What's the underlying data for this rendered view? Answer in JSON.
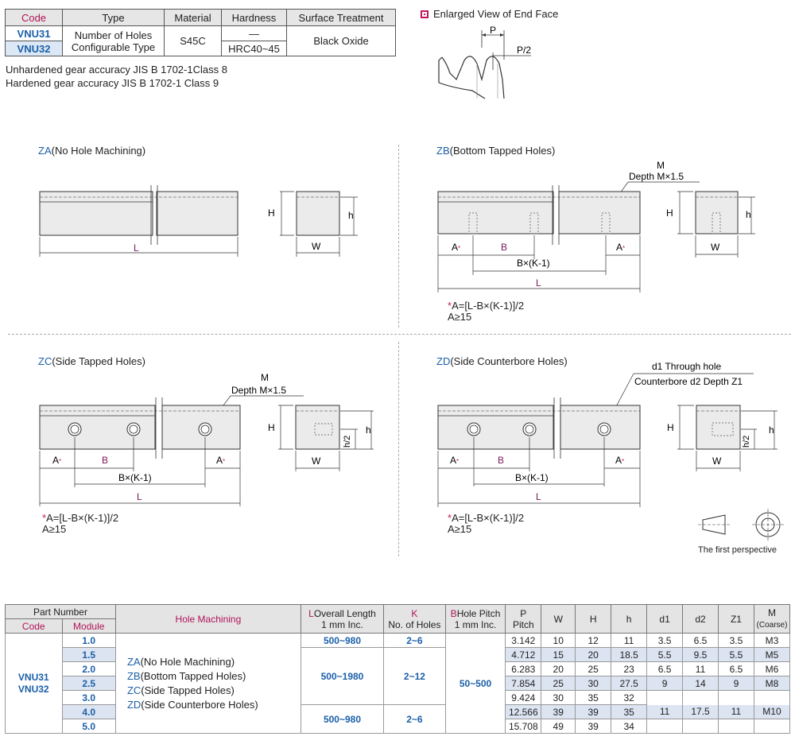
{
  "spec_table": {
    "headers": [
      "Code",
      "Type",
      "Material",
      "Hardness",
      "Surface Treatment"
    ],
    "codes": [
      "VNU31",
      "VNU32"
    ],
    "type_lines": [
      "Number of Holes",
      "Configurable Type"
    ],
    "material": "S45C",
    "hardness": [
      "—",
      "HRC40~45"
    ],
    "surface_treatment": "Black Oxide"
  },
  "notes": [
    "Unhardened gear accuracy JIS B 1702-1Class 8",
    "Hardened gear accuracy JIS B 1702-1 Class 9"
  ],
  "end_face": {
    "title": "Enlarged View of End Face",
    "p_label": "P",
    "p2_label": "P/2"
  },
  "sections": {
    "za": {
      "code": "ZA",
      "title": "(No Hole Machining)",
      "L": "L",
      "H": "H",
      "h": "h",
      "W": "W"
    },
    "zb": {
      "code": "ZB",
      "title": "(Bottom Tapped Holes)",
      "m": "M",
      "depth": "Depth M×1.5",
      "A": "A",
      "B": "B",
      "BK": "B×(K-1)",
      "L": "L",
      "H": "H",
      "h": "h",
      "W": "W"
    },
    "zc": {
      "code": "ZC",
      "title": "(Side Tapped Holes)",
      "m": "M",
      "depth": "Depth M×1.5",
      "A": "A",
      "B": "B",
      "BK": "B×(K-1)",
      "L": "L",
      "H": "H",
      "h": "h",
      "h2": "h/2",
      "W": "W"
    },
    "zd": {
      "code": "ZD",
      "title": "(Side Counterbore Holes)",
      "d1": "d1 Through hole",
      "cb": "Counterbore d2 Depth Z1",
      "A": "A",
      "B": "B",
      "BK": "B×(K-1)",
      "L": "L",
      "H": "H",
      "h": "h",
      "h2": "h/2",
      "W": "W"
    }
  },
  "formula": {
    "line1": "A=[L-B×(K-1)]/2",
    "line2": "A≥15"
  },
  "perspective_label": "The first perspective",
  "main_table": {
    "h_part_number": "Part Number",
    "h_code": "Code",
    "h_module": "Module",
    "h_hole_machining": "Hole Machining",
    "h_overall_length_key": "L",
    "h_overall_length": "Overall Length",
    "h_overall_length_sub": "1 mm Inc.",
    "h_k_key": "K",
    "h_k": "No. of Holes",
    "h_b_key": "B",
    "h_b": "Hole Pitch",
    "h_b_sub": "1 mm Inc.",
    "h_p_key": "P",
    "h_p": "Pitch",
    "h_w": "W",
    "h_H": "H",
    "h_h": "h",
    "h_d1": "d1",
    "h_d2": "d2",
    "h_z1": "Z1",
    "h_m": "M",
    "h_m_sub": "(Coarse)",
    "codes": [
      "VNU31",
      "VNU32"
    ],
    "hole_machining": [
      {
        "code": "ZA",
        "text": "(No Hole Machining)"
      },
      {
        "code": "ZB",
        "text": "(Bottom Tapped Holes)"
      },
      {
        "code": "ZC",
        "text": "(Side Tapped Holes)"
      },
      {
        "code": "ZD",
        "text": "(Side Counterbore Holes)"
      }
    ],
    "L_ranges": [
      "500~980",
      "500~1980",
      "500~980"
    ],
    "K_ranges": [
      "2~6",
      "2~12",
      "2~6"
    ],
    "B_range": "50~500",
    "rows": [
      {
        "module": "1.0",
        "p": "3.142",
        "w": "10",
        "H": "12",
        "h": "11",
        "d1": "3.5",
        "d2": "6.5",
        "z1": "3.5",
        "m": "M3"
      },
      {
        "module": "1.5",
        "p": "4.712",
        "w": "15",
        "H": "20",
        "h": "18.5",
        "d1": "5.5",
        "d2": "9.5",
        "z1": "5.5",
        "m": "M5"
      },
      {
        "module": "2.0",
        "p": "6.283",
        "w": "20",
        "H": "25",
        "h": "23",
        "d1": "6.5",
        "d2": "11",
        "z1": "6.5",
        "m": "M6"
      },
      {
        "module": "2.5",
        "p": "7.854",
        "w": "25",
        "H": "30",
        "h": "27.5",
        "d1": "9",
        "d2": "14",
        "z1": "9",
        "m": "M8"
      },
      {
        "module": "3.0",
        "p": "9.424",
        "w": "30",
        "H": "35",
        "h": "32",
        "d1": "",
        "d2": "",
        "z1": "",
        "m": ""
      },
      {
        "module": "4.0",
        "p": "12.566",
        "w": "39",
        "H": "39",
        "h": "35",
        "d1": "11",
        "d2": "17.5",
        "z1": "11",
        "m": "M10"
      },
      {
        "module": "5.0",
        "p": "15.708",
        "w": "49",
        "H": "39",
        "h": "34",
        "d1": "",
        "d2": "",
        "z1": "",
        "m": ""
      }
    ]
  },
  "colors": {
    "accent_blue": "#1b5fa8",
    "accent_pink": "#b0145a",
    "row_shade": "#dce4f2"
  }
}
